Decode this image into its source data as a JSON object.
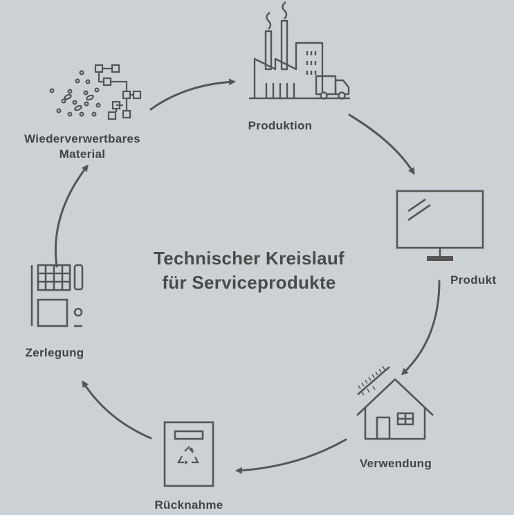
{
  "title": [
    "Technischer Kreislauf",
    "für Serviceprodukte"
  ],
  "stages": {
    "produktion": "Produktion",
    "produkt": "Produkt",
    "verwendung": "Verwendung",
    "ruecknahme": "Rücknahme",
    "zerlegung": "Zerlegung",
    "material": [
      "Wiederverwertbares",
      "Material"
    ]
  },
  "colors": {
    "background": "#ccd1d5",
    "ink": "#444444"
  },
  "icons": [
    "factory-icon",
    "monitor-icon",
    "house-icon",
    "recycling-bin-icon",
    "disassembly-icon",
    "materials-icon"
  ]
}
